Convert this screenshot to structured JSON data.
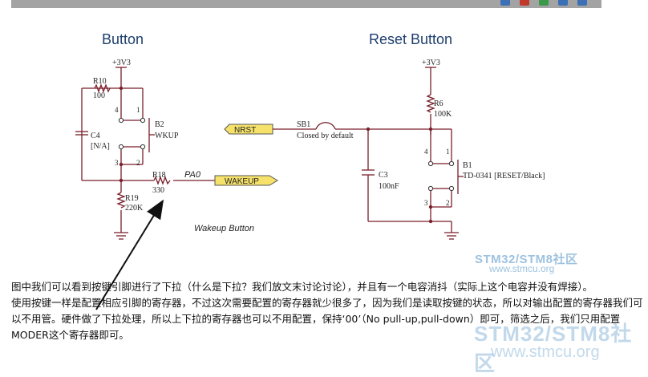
{
  "topbar": {
    "button_colors": [
      "#3b6fb6",
      "#c0392b",
      "#3a9a4a",
      "#3b6fb6",
      "#3b6fb6"
    ]
  },
  "schematic": {
    "left": {
      "title": "Button",
      "power": "+3V3",
      "r10": {
        "ref": "R10",
        "value": "100"
      },
      "c4": {
        "ref": "C4",
        "value": "[N/A]"
      },
      "b2": {
        "ref": "B2",
        "value": "WKUP",
        "pins": [
          "4",
          "1",
          "3",
          "2"
        ]
      },
      "r18": {
        "ref": "R18",
        "value": "330"
      },
      "net": "PA0",
      "port": "WAKEUP",
      "r19": {
        "ref": "R19",
        "value": "220K"
      },
      "caption": "Wakeup Button"
    },
    "right": {
      "title": "Reset Button",
      "power": "+3V3",
      "port": "NRST",
      "sb1": {
        "ref": "SB1",
        "value": "Closed by default"
      },
      "r6": {
        "ref": "R6",
        "value": "100K"
      },
      "c3": {
        "ref": "C3",
        "value": "100nF"
      },
      "b1": {
        "ref": "B1",
        "value": "TD-0341 [RESET/Black]",
        "pins": [
          "4",
          "1",
          "3",
          "2"
        ]
      }
    },
    "colors": {
      "wire": "#7a1f2b",
      "port_fill": "#f6e26a",
      "title": "#1f3f6e"
    }
  },
  "watermark": {
    "line1": "STM32/STM8社区",
    "line2": "www.stmcu.org"
  },
  "article": {
    "para1": "图中我们可以看到按键引脚进行了下拉（什么是下拉？我们放文末讨论讨论），并且有一个电容消抖（实际上这个电容并没有焊接）。",
    "para2": "使用按键一样是配置相应引脚的寄存器，不过这次需要配置的寄存器就少很多了，因为我们是读取按键的状态，所以对输出配置的寄存器我们可以不用管。硬件做了下拉处理，所以上下拉的寄存器也可以不用配置，保持‘00’（No pull-up,pull-down）即可，筛选之后，我们只用配置MODER这个寄存器即可。"
  }
}
